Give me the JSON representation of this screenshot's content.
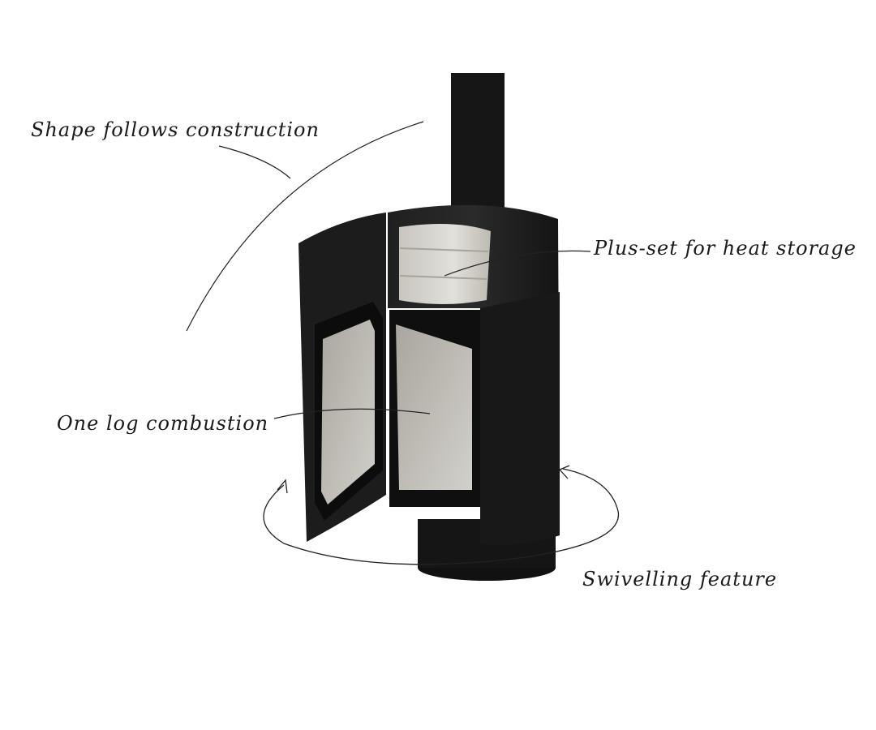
{
  "annotations": {
    "shape": "Shape follows construction",
    "plus_set": "Plus-set for heat storage",
    "one_log": "One log combustion",
    "swivel": "Swivelling feature"
  },
  "colors": {
    "stove_body": "#1b1b1b",
    "stove_dark": "#111111",
    "glass": "#bdbab3",
    "stone": "#d9d7d1",
    "background": "#ffffff",
    "ink": "#1a1a1a"
  }
}
